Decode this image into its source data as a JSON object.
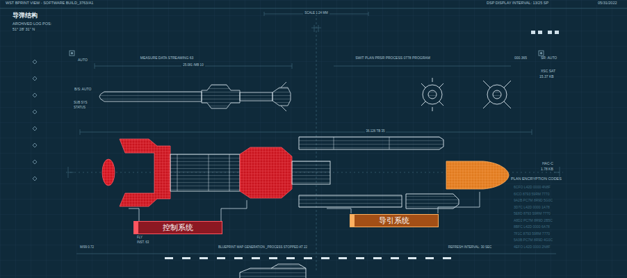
{
  "diagram": {
    "title": "导弹结构",
    "nodes": [
      {
        "text": [
          "控制系统"
        ]
      },
      {
        "text": [
          "导引系统"
        ]
      }
    ],
    "labels": [
      "WST BPRINT VIEW - SOFTWARE BUILD_3763/A1",
      "ARCHIVED LOG POS:",
      "51° 28' 31\" N",
      "DSP DISPLAY INTERVAL: 13/25 SP",
      "05/31/2022",
      "SCALE 1:24 MM",
      "AUTO",
      "MEASURE DATA STREAMING 63",
      "25.081 /MB 10",
      "SWIT PLAN PRSR PROCESS 0778 PROGRAM",
      "000.365",
      "SR: AUTO",
      "XSC SAT",
      "15.37 KB",
      "B/S: AUTO",
      "SUB SYS",
      "STATUS",
      "36.126 TB 35",
      "HAC-C",
      "1.78 KB",
      "PLAN ENCRYPTION CODES",
      "6CFO L42D 0000 4N8F",
      "6ICO 8793 59RM 7770",
      "9A2B PC7M 8R9D 5G0C",
      "3D7C L42D 0000 1A78",
      "5E8D 8793 S9RM 7770",
      "A8D2 PC7M 8R9D 2B5C",
      "8BFC L42D 0000 6A78",
      "7F1C 8793 59RM 7770",
      "5A3B PC7M 8R9D 4G0C",
      "4EFO L42D 0000 2N8F",
      "FLY",
      "INST. 63",
      "M/99 0.72",
      "BLUEPRINT MAP GENERATION _PROCESS STOPPED AT 22",
      "REFRESH INTERVAL: 30 SEC"
    ]
  }
}
